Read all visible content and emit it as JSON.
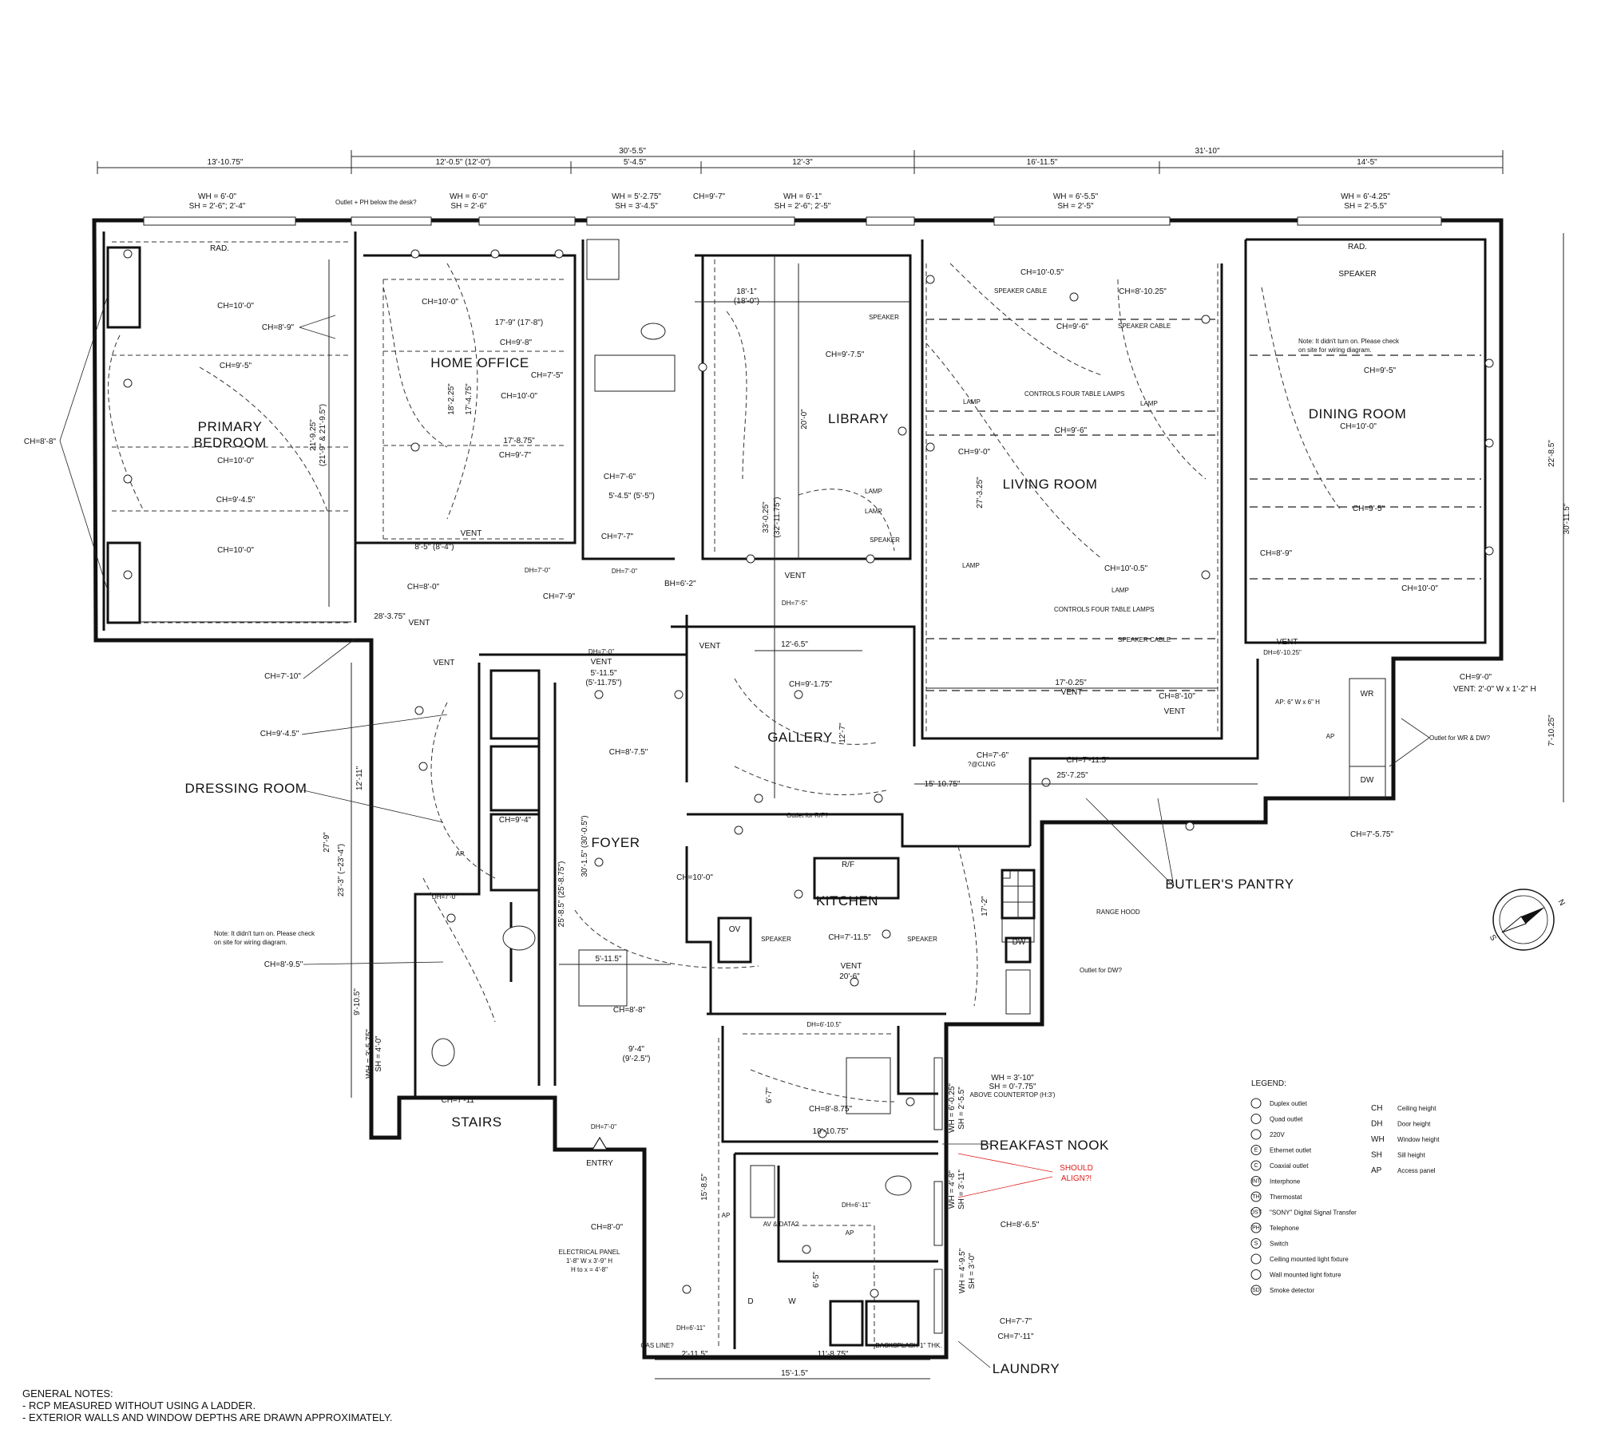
{
  "rooms": {
    "primary_bedroom": [
      "PRIMARY",
      "BEDROOM"
    ],
    "home_office": "HOME OFFICE",
    "library": "LIBRARY",
    "living_room": "LIVING ROOM",
    "dining_room": "DINING ROOM",
    "gallery": "GALLERY",
    "dressing_room": "DRESSING ROOM",
    "foyer": "FOYER",
    "kitchen": "KITCHEN",
    "butlers_pantry": "BUTLER'S PANTRY",
    "stairs": "STAIRS",
    "breakfast_nook": "BREAKFAST NOOK",
    "laundry": "LAUNDRY",
    "entry": "ENTRY"
  },
  "top_dimensions": {
    "overall_left": "30'-5.5\"",
    "overall_right": "31'-10\"",
    "segments": [
      "13'-10.75\"",
      "12'-0.5\" (12'-0\")",
      "5'-4.5\"",
      "12'-3\"",
      "16'-11.5\"",
      "14'-5\""
    ]
  },
  "windows": [
    {
      "wh": "WH = 6'-0\"",
      "sh": "SH = 2'-6\"; 2'-4\""
    },
    {
      "wh": "WH = 6'-0\"",
      "sh": "SH = 2'-6\""
    },
    {
      "wh": "WH = 5'-2.75\"",
      "sh": "SH = 3'-4.5\""
    },
    {
      "wh": "WH = 6'-1\"",
      "sh": "SH = 2'-6\"; 2'-5\""
    },
    {
      "wh": "WH = 6'-5.5\"",
      "sh": "SH = 2'-5\""
    },
    {
      "wh": "WH = 6'-4.25\"",
      "sh": "SH = 2'-5.5\""
    }
  ],
  "ceiling_heights": [
    "CH=10'-0\"",
    "CH=9'-5\"",
    "CH=10'-0\"",
    "CH=9'-4.5\"",
    "CH=10'-0\"",
    "CH=8'-8\"",
    "CH=8'-9\"",
    "CH=10'-0\"",
    "CH=9'-8\"",
    "CH=10'-0\"",
    "CH=9'-7\"",
    "CH=7'-5\"",
    "CH=7'-6\"",
    "CH=7'-7\"",
    "CH=9'-7\"",
    "CH=9'-7.5\"",
    "CH=10'-0.5\"",
    "CH=8'-10.25\"",
    "CH=9'-6\"",
    "CH=9'-0\"",
    "CH=9'-6\"",
    "CH=10'-0.5\"",
    "CH=8'-10\"",
    "CH=9'-5\"",
    "CH=10'-0\"",
    "CH=9'-5\"",
    "CH=8'-9\"",
    "CH=10'-0\"",
    "CH=9'-0\"",
    "CH=8'-0\"",
    "CH=7'-9\"",
    "CH=7'-10\"",
    "CH=9'-4.5\"",
    "CH=9'-1.75\"",
    "CH=8'-7.5\"",
    "CH=7'-6\"",
    "CH=7'-11.5\"",
    "CH=7'-5.75\"",
    "CH=10'-0\"",
    "CH=7'-11.5\"",
    "CH=8'-8\"",
    "CH=8'-9.5\"",
    "CH=7'-11\"",
    "CH=8'-8.75\"",
    "CH=8'-0\"",
    "CH=8'-6.5\"",
    "CH=7'-7\"",
    "CH=7'-11\"",
    "CH=9'-4\""
  ],
  "room_dimensions": {
    "primary_w": "28'-3.75\"",
    "primary_h": "21'-9.25\"",
    "primary_h2": "(21'-9\" & 21'-9.5\")",
    "office_a": "17'-9\" (17'-8\")",
    "office_b": "17'-8.75\"",
    "office_c": "8'-5\" (8'-4\")",
    "office_d": "18'-2.25\"",
    "office_e": "17'-4.75\"",
    "bath_w": "5'-4.5\" (5'-5\")",
    "library_w": "18'-1\"",
    "library_w2": "(18'-0\")",
    "library_h": "20'-0\"",
    "library_h2": "33'-0.25\"",
    "library_h3": "(32'-11.75\")",
    "living_h": "27'-3.25\"",
    "living_w": "17'-0.25\"",
    "right_h1": "22'-8.5\"",
    "right_h2": "30'-11.5\"",
    "right_h3": "7'-10.25\"",
    "gallery_w": "12'-6.5\"",
    "gallery_h": "12'-7\"",
    "pantry_w": "25'-7.25\"",
    "pantry_a": "15'-10.75\"",
    "dressing_h1": "12'-11\"",
    "dressing_h2": "27'-9\"",
    "dressing_h3": "23'-3\" (~23'-4\")",
    "stairs_h": "9'-10.5\"",
    "foyer_w": "5'-11.5\"",
    "foyer_w2": "(5'-11.75\")",
    "foyer_h": "30'-1.5\" (30'-0.5\")",
    "foyer_h2": "25'-8.5\" (25'-8.75\")",
    "foyer_w3": "5'-11.5\"",
    "foyer_b": "9'-4\"",
    "foyer_b2": "(9'-2.5\")",
    "kitchen_w": "20'-6\"",
    "kitchen_h": "17'-2\"",
    "nook_w": "10'-10.75\"",
    "nook_h": "6'-7\"",
    "laundry_h": "6'-5\"",
    "nook_side": "15'-8.5\"",
    "bottom_a": "2'-11.5\"",
    "bottom_b": "11'-8.75\"",
    "bottom_c": "15'-1.5\""
  },
  "labels": {
    "rad": "RAD.",
    "vent": "VENT",
    "speaker": "SPEAKER",
    "speaker_cable": "SPEAKER CABLE",
    "lamp": "LAMP",
    "controls": "CONTROLS FOUR TABLE LAMPS",
    "range_hood": "RANGE HOOD",
    "outlet_dw": "Outlet for DW?",
    "outlet_wr": "Outlet for WR & DW?",
    "outlet_rf": "Outlet for R/F?",
    "outlet_desk": "Outlet + PH below the desk?",
    "note_wiring_1": "Note: It didn't turn on. Please check",
    "note_wiring_2": "on site for wiring diagram.",
    "bh": "BH=6'-2\"",
    "clng": "?@CLNG",
    "vent_size": "VENT: 2'-0\" W x 1'-2\" H",
    "ap_size": "AP: 6\" W x 6\" H",
    "electrical_panel": "ELECTRICAL PANEL",
    "electrical_panel_2": "1'-8\" W x 3'-9\" H",
    "electrical_panel_3": "H to x = 4'-8\"",
    "gas_line": "GAS LINE?",
    "backsplash": "BACKSPLASH 1\" THK.",
    "av_data": "AV & DATA?",
    "should_align_1": "SHOULD",
    "should_align_2": "ALIGN?!",
    "wh_a": "WH = 3'-10\"",
    "sh_a": "SH = 0'-7.75\"",
    "above_counter": "ABOVE COUNTERTOP (H:3')",
    "wh_b": "WH = 6'-0.25\"",
    "sh_b": "SH = 2'-5.5\"",
    "wh_c": "WH = 4'-8\"",
    "sh_c": "SH = 3'-11\"",
    "wh_d": "WH = 4'-9.5\"",
    "sh_d": "SH = 3'-0\"",
    "wh_e": "WH = 3'-5.75\"",
    "sh_e": "SH = 4'-0\"",
    "dh_a": "DH=7'-0\"",
    "dh_b": "DH=6'-10.25\"",
    "dh_c": "DH=6'-11\"",
    "dh_d": "DH=6'-10.5\"",
    "dh_e": "DH=7'-5\"",
    "appliances": [
      "R/F",
      "OV",
      "DW",
      "WR",
      "D",
      "W",
      "AP"
    ]
  },
  "legend": {
    "title": "LEGEND:",
    "symbols": [
      "Duplex outlet",
      "Quad outlet",
      "220V",
      "Ethernet outlet",
      "Coaxial outlet",
      "Interphone",
      "Thermostat",
      "\"SONY\" Digital Signal Transfer",
      "Telephone",
      "Switch",
      "Ceiling mounted light fixture",
      "Wall mounted light fixture",
      "Smoke detector"
    ],
    "symbol_codes": [
      "",
      "",
      "",
      "E",
      "C",
      "INT",
      "TH",
      "DST",
      "PH",
      "S",
      "",
      "",
      "SD"
    ],
    "abbr": [
      {
        "code": "CH",
        "label": "Ceiling height"
      },
      {
        "code": "DH",
        "label": "Door height"
      },
      {
        "code": "WH",
        "label": "Window height"
      },
      {
        "code": "SH",
        "label": "Sill height"
      },
      {
        "code": "AP",
        "label": "Access panel"
      }
    ]
  },
  "general_notes": [
    "GENERAL NOTES:",
    "- RCP MEASURED WITHOUT USING A LADDER.",
    "- EXTERIOR WALLS AND WINDOW DEPTHS ARE DRAWN APPROXIMATELY."
  ],
  "compass": {
    "north": "N",
    "south": "S"
  },
  "colors": {
    "line": "#111111",
    "annotation": "#e0201c",
    "background": "#ffffff"
  }
}
